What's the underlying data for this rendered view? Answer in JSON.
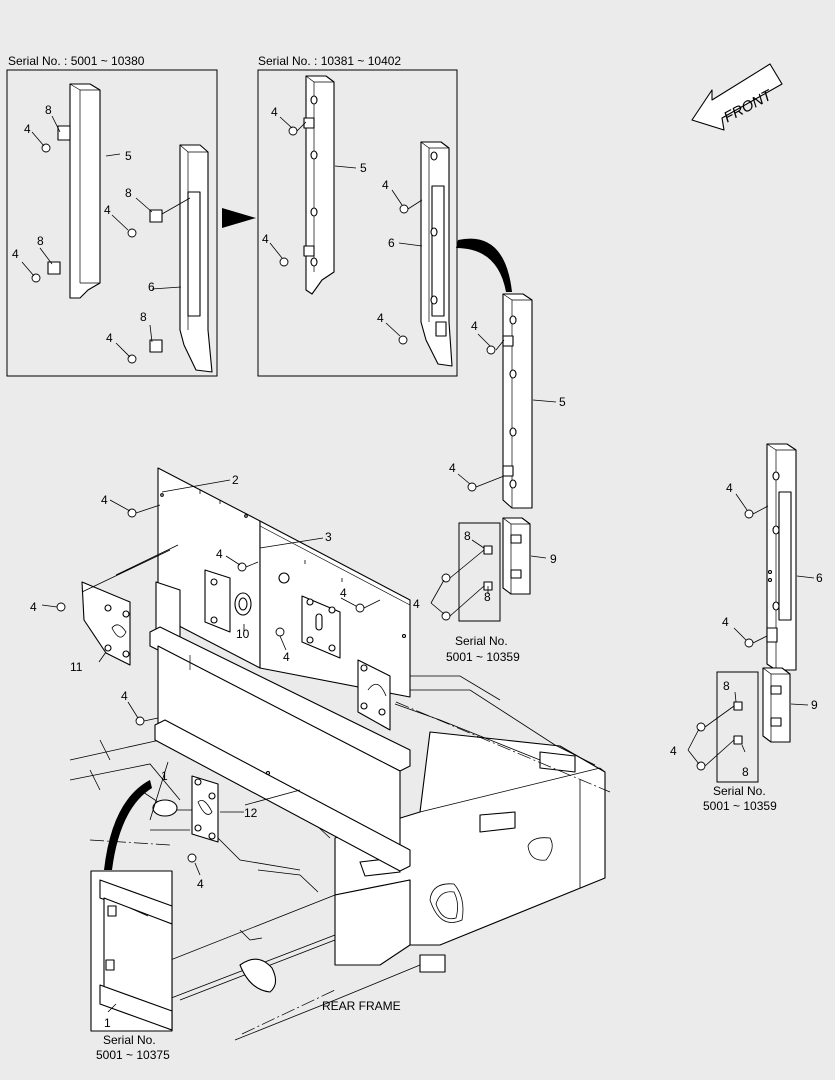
{
  "serial_labels": {
    "top_left": "Serial No. : 5001 ~ 10380",
    "top_middle": "Serial No. : 10381 ~ 10402",
    "mid_box_title": "Serial No.",
    "mid_box_range": "5001 ~ 10359",
    "right_box_title": "Serial No.",
    "right_box_range": "5001 ~ 10359",
    "bottom_box_title": "Serial No.",
    "bottom_box_range": "5001 ~ 10375"
  },
  "front_label": "FRONT",
  "rear_frame_label": "REAR FRAME",
  "callouts": {
    "tl_8a": "8",
    "tl_4a": "4",
    "tl_5": "5",
    "tl_8b": "8",
    "tl_4b": "4",
    "tl_8c": "8",
    "tl_4c": "4",
    "tl_6": "6",
    "tl_8d": "8",
    "tl_4d": "4",
    "tm_4a": "4",
    "tm_5": "5",
    "tm_4b": "4",
    "tm_4c": "4",
    "tm_6": "6",
    "tm_4d": "4",
    "m_4a": "4",
    "m_5": "5",
    "m_4b": "4",
    "m_8a": "8",
    "m_9": "9",
    "m_4c": "4",
    "m_8b": "8",
    "r_4a": "4",
    "r_6": "6",
    "r_4b": "4",
    "r_8a": "8",
    "r_9": "9",
    "r_4c": "4",
    "r_8b": "8",
    "a_2": "2",
    "a_4a": "4",
    "a_3": "3",
    "a_4b": "4",
    "a_4c": "4",
    "a_4d": "4",
    "a_10": "10",
    "a_4e": "4",
    "a_11": "11",
    "a_4f": "4",
    "a_1": "1",
    "a_12": "12",
    "a_4g": "4",
    "b_1": "1"
  }
}
